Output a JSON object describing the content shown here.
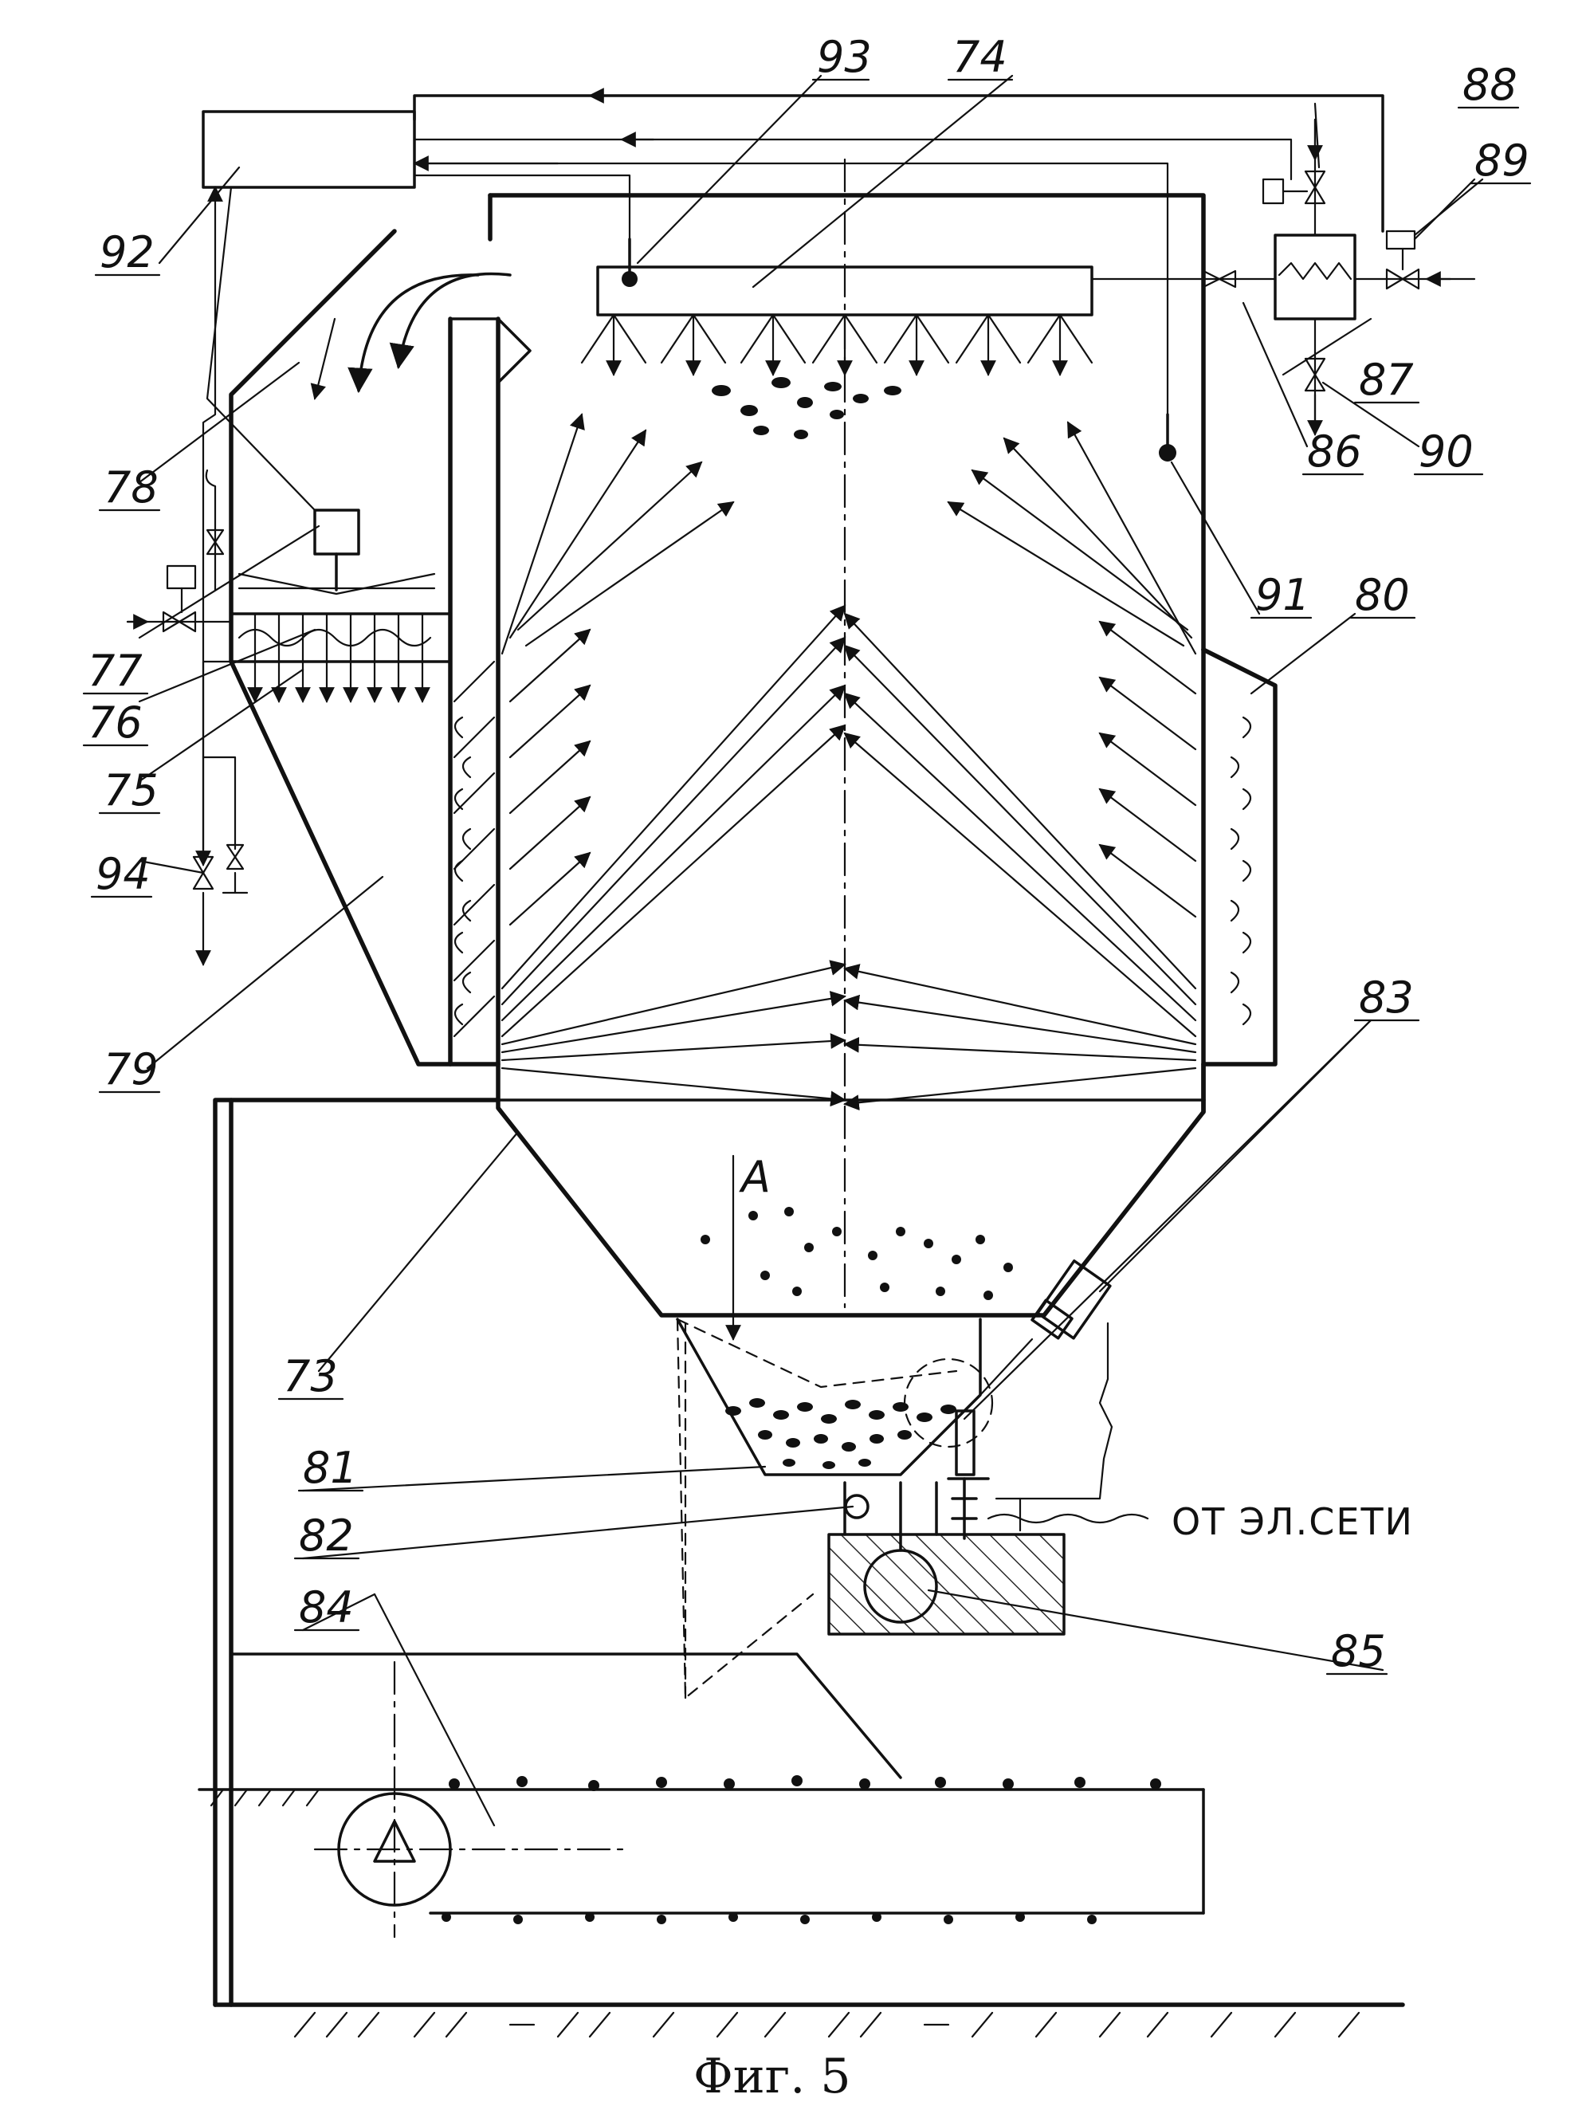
{
  "labels": {
    "l73": "73",
    "l74": "74",
    "l75": "75",
    "l76": "76",
    "l77": "77",
    "l78": "78",
    "l79": "79",
    "l80": "80",
    "l81": "81",
    "l82": "82",
    "l83": "83",
    "l84": "84",
    "l85": "85",
    "l86": "86",
    "l87": "87",
    "l88": "88",
    "l89": "89",
    "l90": "90",
    "l91": "91",
    "l92": "92",
    "l93": "93",
    "l94": "94"
  },
  "annotations": {
    "power_source": "ОТ ЭЛ.СЕТИ",
    "section_a": "A",
    "figure_caption": "Фиг. 5"
  }
}
